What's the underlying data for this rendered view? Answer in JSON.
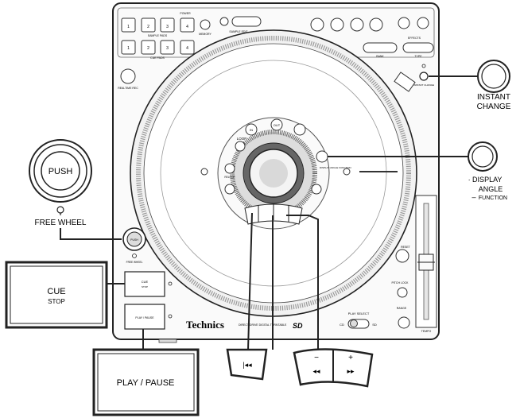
{
  "deck": {
    "brand": "Technics",
    "model_text": "DIRECT DRIVE DIGITAL TURNTABLE",
    "sd_logo": "SD",
    "power_label": "POWER",
    "sample_pads_label": "SAMPLE PADS",
    "cue_pads_label": "CUE PADS",
    "realtime_rec_label": "REALTIME REC",
    "memory_label": "MEMORY",
    "sample_edit_label": "SAMPLE EDIT",
    "loop_label": "LOOP",
    "reloop_label": "RELOOP",
    "in_label": "IN",
    "out_label": "OUT",
    "reset_label": "RESET",
    "pitch_lock_label": "PITCH LOCK",
    "range_label": "RANGE",
    "play_select_label": "PLAY SELECT",
    "cd_label": "CD",
    "sd_label": "SD",
    "tempo_label": "TEMPO",
    "bank_label": "BANK",
    "type_label": "TYPE",
    "effects_label": "EFFECTS",
    "sample_pad_numbers": [
      "1",
      "2",
      "3",
      "4"
    ],
    "cue_pad_numbers": [
      "1",
      "2",
      "3",
      "4"
    ],
    "small_push_label": "PUSH",
    "small_free_wheel_label": "FREE WHEEL",
    "small_cue_label": "CUE",
    "small_stop_label": "STOP",
    "small_play_pause_label": "PLAY / PAUSE",
    "instant_change_small": "INSTANT CHANGE",
    "display_angle_small": "DISPLAY ANGLE FUNCTION"
  },
  "callouts": {
    "push_label": "PUSH",
    "free_wheel_label": "FREE WHEEL",
    "instant_change_line1": "INSTANT",
    "instant_change_line2": "CHANGE",
    "display_angle_line1": "· DISPLAY",
    "display_angle_line2": "ANGLE",
    "display_angle_line3": "FUNCTION",
    "cue_label": "CUE",
    "stop_label": "STOP",
    "play_pause_label": "PLAY / PAUSE",
    "track_back_icon": "track-back-icon",
    "rewind_icon": "rewind-icon",
    "fast_forward_icon": "fast-forward-icon",
    "minus_label": "−",
    "plus_label": "+"
  }
}
